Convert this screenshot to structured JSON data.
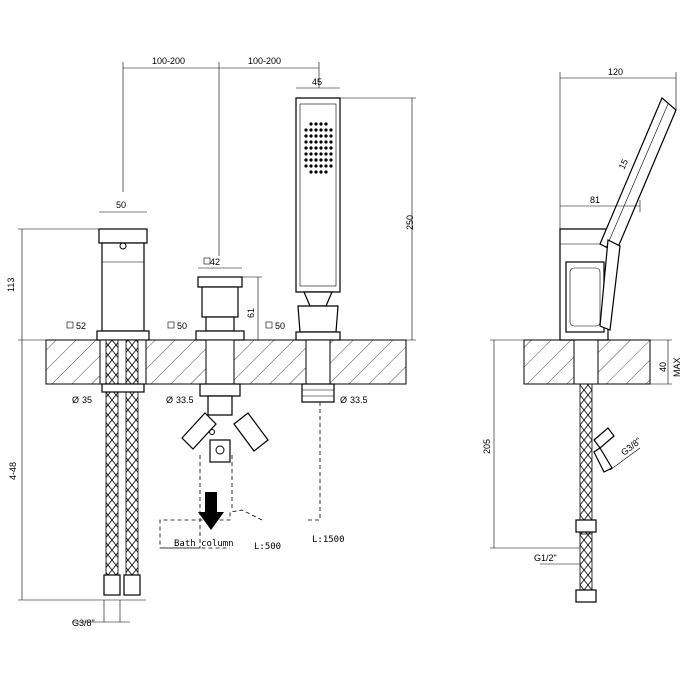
{
  "dimensions": {
    "d_100_200_left": "100-200",
    "d_100_200_right": "100-200",
    "d_45": "45",
    "d_120": "120",
    "d_50": "50",
    "d_250": "250",
    "d_113": "113",
    "d_42": "42",
    "d_61": "61",
    "d_15": "15",
    "d_81": "81",
    "d_52": "52",
    "d_50_a": "50",
    "d_50_b": "50",
    "d_40max": "40",
    "d_max": "MAX",
    "d_35": "35",
    "d_33_5_a": "33.5",
    "d_33_5_b": "33.5",
    "d_448": "4-48",
    "d_205": "205",
    "d_g38_left": "G3/8\"",
    "d_g38_right": "G3/8\"",
    "d_g12": "G1/2\""
  },
  "labels": {
    "bath_column": "Bath column",
    "l500": "L:500",
    "l1500": "L:1500"
  }
}
